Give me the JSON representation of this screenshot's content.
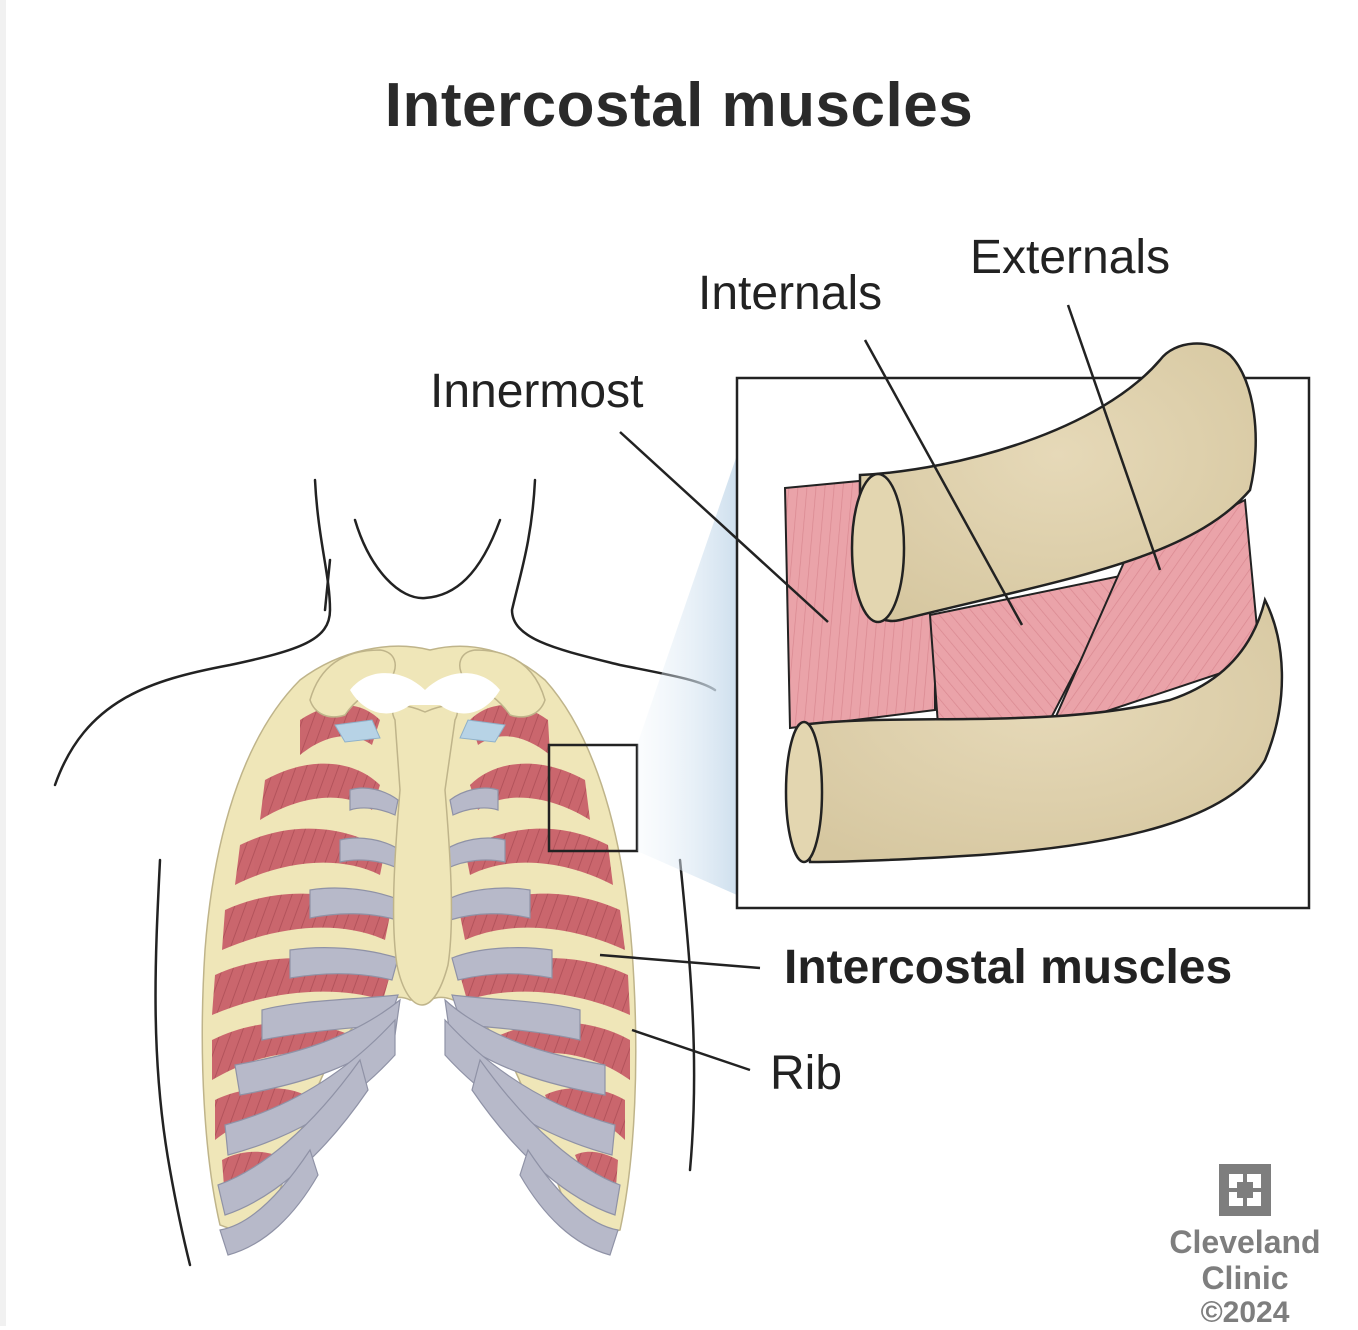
{
  "title": "Intercostal muscles",
  "labels": {
    "innermost": "Innermost",
    "internals": "Internals",
    "externals": "Externals",
    "intercostal_muscles": "Intercostal muscles",
    "rib": "Rib"
  },
  "logo": {
    "line1": "Cleveland",
    "line2": "Clinic",
    "copyright": "©2024"
  },
  "colors": {
    "muscle": "#c9606a",
    "muscle_light": "#e8a0a6",
    "bone": "#efe6b8",
    "bone_shade": "#ddd0ae",
    "cartilage": "#b7b9c9",
    "costal_blue": "#b7d3e6",
    "outline": "#222222",
    "logo_gray": "#7e7e7e"
  }
}
